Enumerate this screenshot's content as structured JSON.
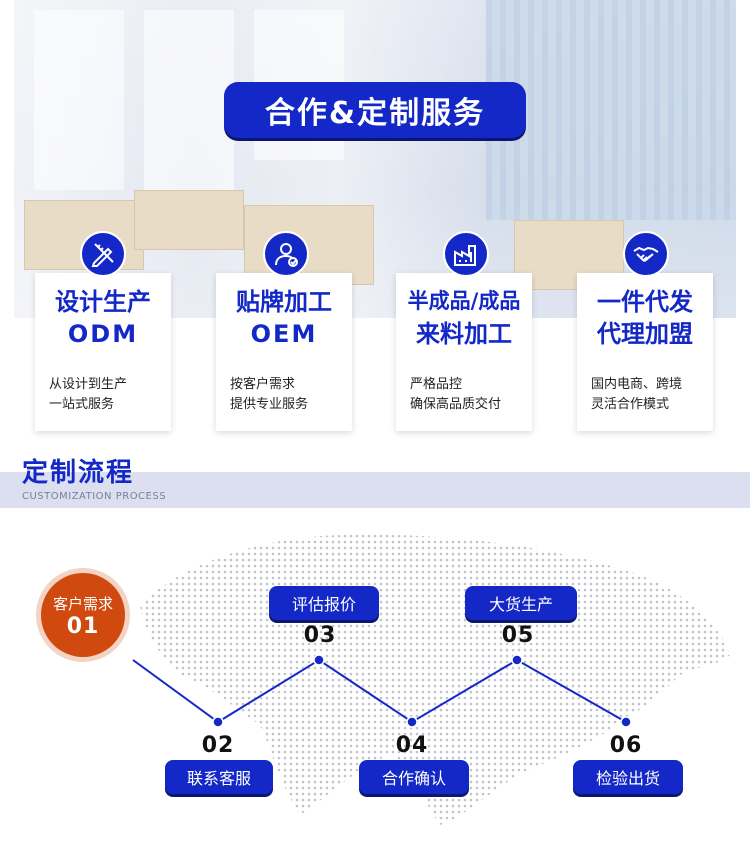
{
  "banner": {
    "title": "合作&定制服务"
  },
  "services": [
    {
      "title_line1": "设计生产",
      "title_line2": "ODM",
      "desc_line1": "从设计到生产",
      "desc_line2": "一站式服务",
      "icon": "pencil-ruler-icon"
    },
    {
      "title_line1": "贴牌加工",
      "title_line2": "OEM",
      "desc_line1": "按客户需求",
      "desc_line2": "提供专业服务",
      "icon": "user-check-icon"
    },
    {
      "title_line1": "半成品/成品",
      "title_line2": "来料加工",
      "desc_line1": "严格品控",
      "desc_line2": "确保高品质交付",
      "icon": "factory-icon"
    },
    {
      "title_line1": "一件代发",
      "title_line2": "代理加盟",
      "desc_line1": "国内电商、跨境",
      "desc_line2": "灵活合作模式",
      "icon": "handshake-icon"
    }
  ],
  "process": {
    "title": "定制流程",
    "subtitle": "CUSTOMIZATION PROCESS",
    "steps": [
      {
        "num": "01",
        "label": "客户需求"
      },
      {
        "num": "02",
        "label": "联系客服"
      },
      {
        "num": "03",
        "label": "评估报价"
      },
      {
        "num": "04",
        "label": "合作确认"
      },
      {
        "num": "05",
        "label": "大货生产"
      },
      {
        "num": "06",
        "label": "检验出货"
      }
    ]
  },
  "colors": {
    "brand_blue": "#1428c8",
    "accent_orange": "#d04a10"
  }
}
